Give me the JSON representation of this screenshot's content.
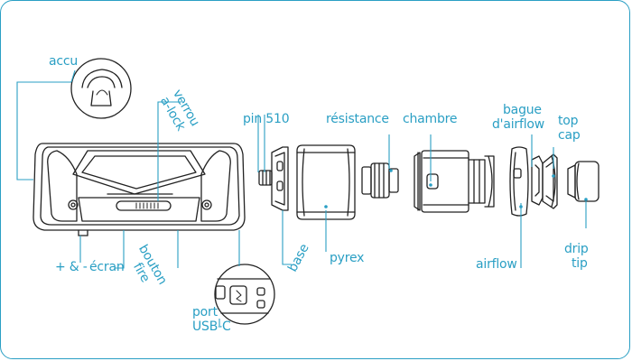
{
  "colors": {
    "accent": "#2a9fc4",
    "line": "#222222",
    "frame": "#2a9fc4"
  },
  "labels": {
    "accu": "accu",
    "verrou_line1": "verrou",
    "verrou_line2": "a-lock",
    "pin510": "pin 510",
    "resistance": "résistance",
    "chambre": "chambre",
    "bague_line1": "bague",
    "bague_line2": "d'airflow",
    "topcap_line1": "top",
    "topcap_line2": "cap",
    "plus": "+ & -",
    "ecran": "écran",
    "bouton_line1": "bouton",
    "bouton_line2": "fire",
    "base": "base",
    "pyrex": "pyrex",
    "airflow": "airflow",
    "drip_line1": "drip",
    "drip_line2": "tip",
    "port_line1": "port",
    "port_line2": "USB-C"
  }
}
